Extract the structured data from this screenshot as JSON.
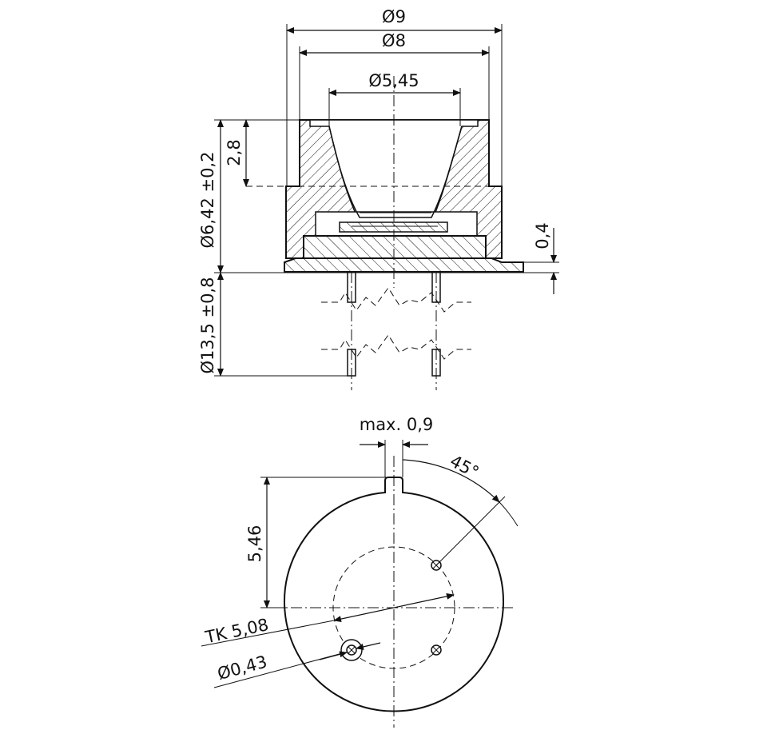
{
  "side_view": {
    "dim_outer_diameter": "Ø9",
    "dim_body_diameter": "Ø8",
    "dim_window_diameter": "Ø5,45",
    "dim_cap_height": "2,8",
    "dim_total_height": "Ø6,42 ±0,2",
    "dim_flange_thickness": "0,4",
    "dim_lead_length": "Ø13,5 ±0,8"
  },
  "bottom_view": {
    "dim_tab_width": "max. 0,9",
    "dim_angle": "45°",
    "dim_tab_height": "5,46",
    "dim_pitch_circle": "TK 5,08",
    "dim_pin_diameter": "Ø0,43"
  }
}
